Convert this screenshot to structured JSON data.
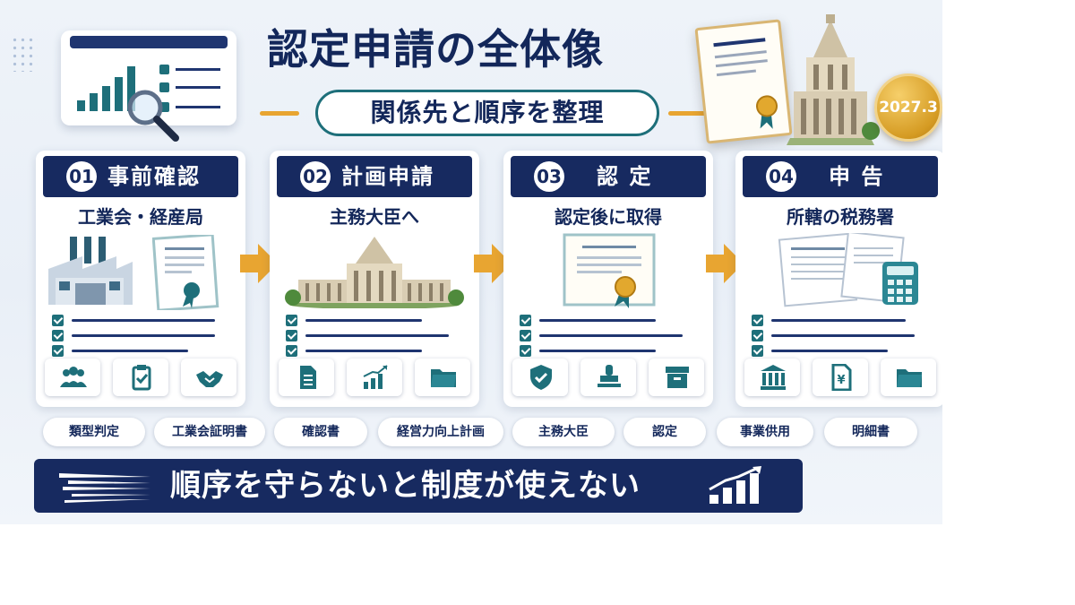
{
  "header": {
    "title": "認定申請の全体像",
    "subtitle": "関係先と順序を整理",
    "date_badge": "2027.3"
  },
  "steps": [
    {
      "number": "01",
      "title": "事前確認",
      "subtitle": "工業会・経産局",
      "illustration": "factory-and-certificate",
      "icons": [
        "people-icon",
        "clipboard-check-icon",
        "handshake-icon"
      ]
    },
    {
      "number": "02",
      "title": "計画申請",
      "subtitle": "主務大臣へ",
      "illustration": "parliament-building",
      "icons": [
        "document-icon",
        "growth-chart-icon",
        "folder-icon"
      ]
    },
    {
      "number": "03",
      "title": "認 定",
      "subtitle": "認定後に取得",
      "illustration": "certificate-with-seal",
      "icons": [
        "shield-check-icon",
        "stamp-icon",
        "archive-box-icon"
      ]
    },
    {
      "number": "04",
      "title": "申 告",
      "subtitle": "所轄の税務署",
      "illustration": "tax-forms-and-calculator",
      "icons": [
        "bank-icon",
        "yen-document-icon",
        "folder-icon"
      ]
    }
  ],
  "tags": [
    "類型判定",
    "工業会証明書",
    "確認書",
    "経営力向上計画",
    "主務大臣",
    "認定",
    "事業供用",
    "明細書"
  ],
  "banner": {
    "text": "順序を守らないと制度が使えない"
  },
  "colors": {
    "navy": "#172a60",
    "teal": "#1e6f7a",
    "gold": "#e8a531",
    "background": "#eef3f9"
  }
}
